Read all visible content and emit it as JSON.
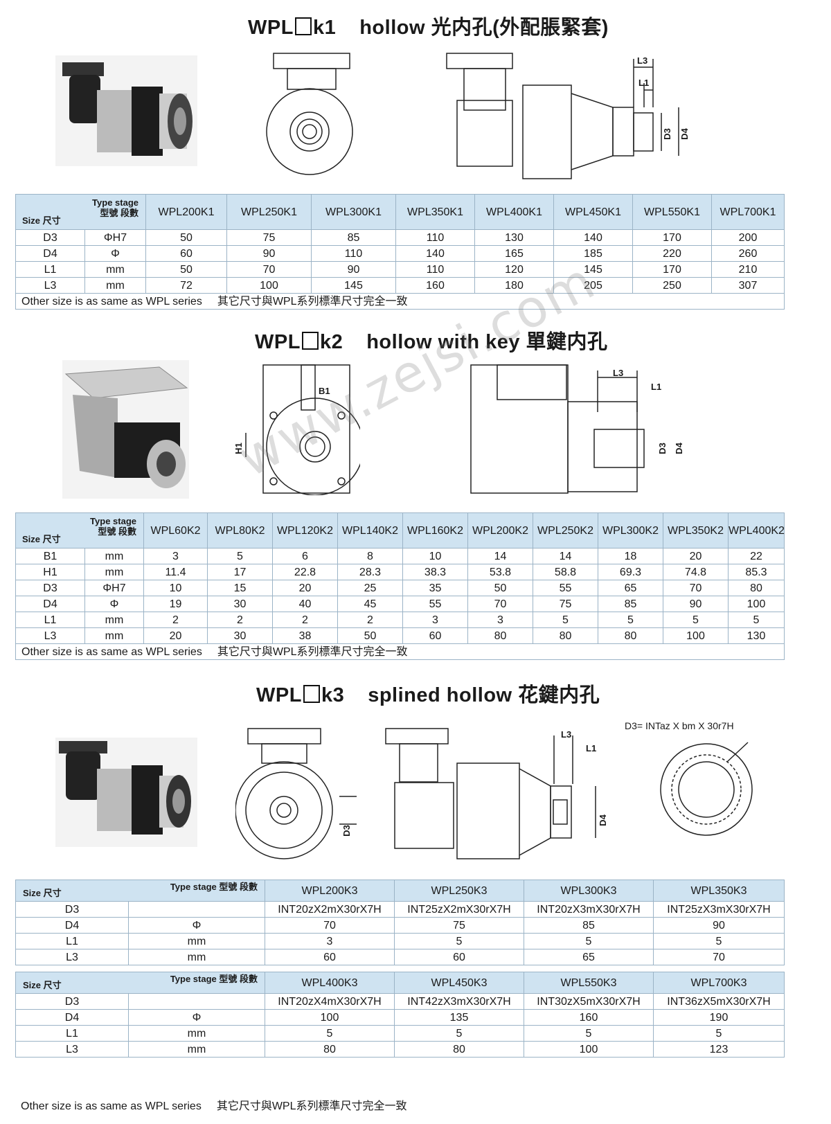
{
  "sections": [
    {
      "title_prefix": "WPL",
      "title_suffix": "k1",
      "subtitle": "hollow 光内孔(外配脹緊套)",
      "corner_type_stage": "Type stage",
      "corner_type_stage_cn": "型號 段數",
      "corner_size": "Size 尺寸",
      "models": [
        "WPL200K1",
        "WPL250K1",
        "WPL300K1",
        "WPL350K1",
        "WPL400K1",
        "WPL450K1",
        "WPL550K1",
        "WPL700K1"
      ],
      "rows": [
        {
          "param": "D3",
          "unit": "ΦH7",
          "values": [
            "50",
            "75",
            "85",
            "110",
            "130",
            "140",
            "170",
            "200"
          ]
        },
        {
          "param": "D4",
          "unit": "Φ",
          "values": [
            "60",
            "90",
            "110",
            "140",
            "165",
            "185",
            "220",
            "260"
          ]
        },
        {
          "param": "L1",
          "unit": "mm",
          "values": [
            "50",
            "70",
            "90",
            "110",
            "120",
            "145",
            "170",
            "210"
          ]
        },
        {
          "param": "L3",
          "unit": "mm",
          "values": [
            "72",
            "100",
            "145",
            "160",
            "180",
            "205",
            "250",
            "307"
          ]
        }
      ],
      "footnote_en": "Other size is as same as WPL series",
      "footnote_cn": "其它尺寸與WPL系列標準尺寸完全一致"
    },
    {
      "title_prefix": "WPL",
      "title_suffix": "k2",
      "subtitle": "hollow with key 單鍵内孔",
      "corner_type_stage": "Type stage",
      "corner_type_stage_cn": "型號 段數",
      "corner_size": "Size 尺寸",
      "models": [
        "WPL60K2",
        "WPL80K2",
        "WPL120K2",
        "WPL140K2",
        "WPL160K2",
        "WPL200K2",
        "WPL250K2",
        "WPL300K2",
        "WPL350K2",
        "WPL400K2"
      ],
      "rows": [
        {
          "param": "B1",
          "unit": "mm",
          "values": [
            "3",
            "5",
            "6",
            "8",
            "10",
            "14",
            "14",
            "18",
            "20",
            "22"
          ]
        },
        {
          "param": "H1",
          "unit": "mm",
          "values": [
            "11.4",
            "17",
            "22.8",
            "28.3",
            "38.3",
            "53.8",
            "58.8",
            "69.3",
            "74.8",
            "85.3"
          ]
        },
        {
          "param": "D3",
          "unit": "ΦH7",
          "values": [
            "10",
            "15",
            "20",
            "25",
            "35",
            "50",
            "55",
            "65",
            "70",
            "80"
          ]
        },
        {
          "param": "D4",
          "unit": "Φ",
          "values": [
            "19",
            "30",
            "40",
            "45",
            "55",
            "70",
            "75",
            "85",
            "90",
            "100"
          ]
        },
        {
          "param": "L1",
          "unit": "mm",
          "values": [
            "2",
            "2",
            "2",
            "2",
            "3",
            "3",
            "5",
            "5",
            "5",
            "5"
          ]
        },
        {
          "param": "L3",
          "unit": "mm",
          "values": [
            "20",
            "30",
            "38",
            "50",
            "60",
            "80",
            "80",
            "80",
            "100",
            "130"
          ]
        }
      ],
      "footnote_en": "Other size is as same as WPL series",
      "footnote_cn": "其它尺寸與WPL系列標準尺寸完全一致"
    },
    {
      "title_prefix": "WPL",
      "title_suffix": "k3",
      "subtitle": "splined hollow 花鍵内孔",
      "spline_formula": "D3= INTaz X bm X 30r7H",
      "corner_type_stage": "Type stage 型號 段數",
      "corner_size": "Size 尺寸",
      "tables": [
        {
          "models": [
            "WPL200K3",
            "WPL250K3",
            "WPL300K3",
            "WPL350K3"
          ],
          "rows": [
            {
              "param": "D3",
              "unit": "",
              "values": [
                "INT20zX2mX30rX7H",
                "INT25zX2mX30rX7H",
                "INT20zX3mX30rX7H",
                "INT25zX3mX30rX7H"
              ]
            },
            {
              "param": "D4",
              "unit": "Φ",
              "values": [
                "70",
                "75",
                "85",
                "90"
              ]
            },
            {
              "param": "L1",
              "unit": "mm",
              "values": [
                "3",
                "5",
                "5",
                "5"
              ]
            },
            {
              "param": "L3",
              "unit": "mm",
              "values": [
                "60",
                "60",
                "65",
                "70"
              ]
            }
          ]
        },
        {
          "models": [
            "WPL400K3",
            "WPL450K3",
            "WPL550K3",
            "WPL700K3"
          ],
          "rows": [
            {
              "param": "D3",
              "unit": "",
              "values": [
                "INT20zX4mX30rX7H",
                "INT42zX3mX30rX7H",
                "INT30zX5mX30rX7H",
                "INT36zX5mX30rX7H"
              ]
            },
            {
              "param": "D4",
              "unit": "Φ",
              "values": [
                "100",
                "135",
                "160",
                "190"
              ]
            },
            {
              "param": "L1",
              "unit": "mm",
              "values": [
                "5",
                "5",
                "5",
                "5"
              ]
            },
            {
              "param": "L3",
              "unit": "mm",
              "values": [
                "80",
                "80",
                "100",
                "123"
              ]
            }
          ]
        }
      ],
      "footnote_en": "Other size is as same as WPL series",
      "footnote_cn": "其它尺寸與WPL系列標準尺寸完全一致"
    }
  ],
  "dimension_labels": {
    "L1": "L1",
    "L3": "L3",
    "D3": "D3",
    "D4": "D4",
    "B1": "B1",
    "H1": "H1"
  },
  "watermark": "www.zejsi.com",
  "colors": {
    "header_bg": "#cfe3f1",
    "grid_line": "#9bb3c6"
  }
}
